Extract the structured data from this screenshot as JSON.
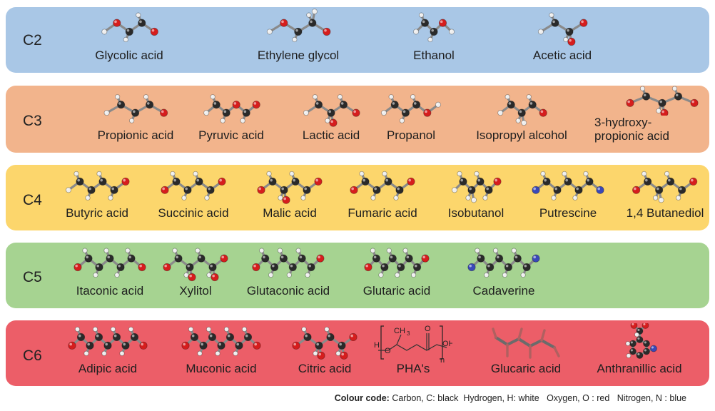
{
  "colors": {
    "C2": "#a9c7e6",
    "C3": "#f2b48c",
    "C4": "#fcd66c",
    "C5": "#a6d391",
    "C6": "#ec5e68",
    "carbon": "#2a2a2a",
    "oxygen": "#d61d1d",
    "hydrogen": "#eeeeee",
    "nitrogen": "#3a48b8"
  },
  "bands": [
    {
      "label": "C2",
      "molecules": [
        {
          "name": "Glycolic acid",
          "atoms": "hocco"
        },
        {
          "name": "Ethylene glycol",
          "atoms": "hocco h"
        },
        {
          "name": "Ethanol",
          "atoms": "hccoh"
        },
        {
          "name": "Acetic acid",
          "atoms": "hcco o"
        }
      ]
    },
    {
      "label": "C3",
      "molecules": [
        {
          "name": "Propionic acid",
          "atoms": "hccco"
        },
        {
          "name": "Pyruvic acid",
          "atoms": "hccoco"
        },
        {
          "name": "Lactic acid",
          "atoms": "hccco o"
        },
        {
          "name": "Propanol",
          "atoms": "hcccoh"
        },
        {
          "name": "Isopropyl alcohol",
          "atoms": "hccco h"
        },
        {
          "name_lines": [
            "3-hydroxy-",
            "propionic acid"
          ],
          "atoms": "occco o"
        }
      ]
    },
    {
      "label": "C4",
      "molecules": [
        {
          "name": "Butyric acid",
          "atoms": "hcccco"
        },
        {
          "name": "Succinic acid",
          "atoms": "occcco"
        },
        {
          "name": "Malic acid",
          "atoms": "occcco o"
        },
        {
          "name": "Fumaric acid",
          "atoms": "occcco"
        },
        {
          "name": "Isobutanol",
          "atoms": "hcccco h"
        },
        {
          "name": "Putrescine",
          "atoms": "ncccccn"
        },
        {
          "name": "1,4 Butanediol",
          "atoms": "occcco h"
        }
      ]
    },
    {
      "label": "C5",
      "molecules": [
        {
          "name": "Itaconic acid",
          "atoms": "occccco"
        },
        {
          "name": "Xylitol",
          "atoms": "occcco oo"
        },
        {
          "name": "Glutaconic acid",
          "atoms": "occcccco"
        },
        {
          "name": "Glutaric acid",
          "atoms": "occcccco"
        },
        {
          "name": "Cadaverine",
          "atoms": "nccccccn"
        }
      ]
    },
    {
      "label": "C6",
      "molecules": [
        {
          "name": "Adipic acid",
          "atoms": "occccccco"
        },
        {
          "name": "Muconic acid",
          "atoms": "occccccco"
        },
        {
          "name": "Citric acid",
          "atoms": "occcco oo"
        },
        {
          "name": "PHA's",
          "atoms": "structure"
        },
        {
          "name": "Glucaric acid",
          "atoms": "stick"
        },
        {
          "name": "Anthranillic acid",
          "atoms": "ring"
        }
      ]
    }
  ],
  "pha": {
    "ch3": "CH",
    "sub3": "3",
    "o": "O",
    "h": "H",
    "oh": "OH",
    "n": "n"
  },
  "legend": {
    "heading": "Colour code:",
    "items": "Carbon, C: black  Hydrogen, H: white   Oxygen, O : red   Nitrogen, N : blue"
  }
}
